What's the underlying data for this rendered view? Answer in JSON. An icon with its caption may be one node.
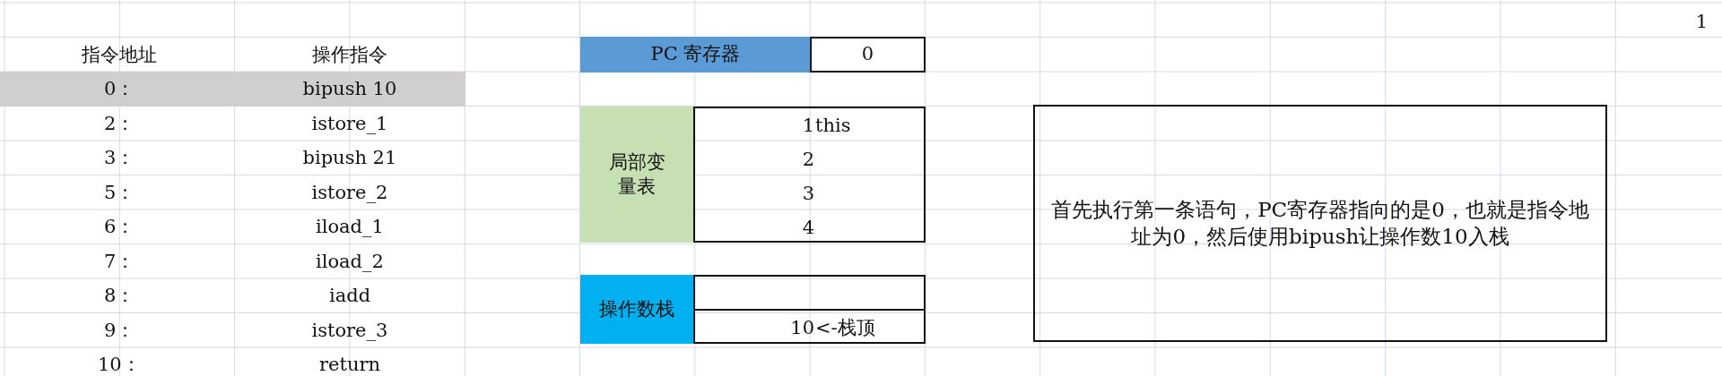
{
  "diagram": {
    "nodes": [
      {
        "text": [
          "PC 寄存器"
        ]
      },
      {
        "text": [
          "0"
        ]
      },
      {
        "text": [
          "局部变量表"
        ]
      },
      {
        "text": [
          "1",
          "this",
          "2",
          "3",
          "4"
        ]
      },
      {
        "text": [
          "首先执行第一条语句，PC寄存器指向的是0，也就是指令地址为0，然后使用bipush让操作数10入栈"
        ]
      },
      {
        "text": [
          "操作数栈"
        ]
      },
      {
        "text": [
          "10",
          "<-栈顶"
        ]
      }
    ],
    "edges": [],
    "labels": [
      "1",
      "指令地址",
      "操作指令",
      "0：",
      "bipush 10",
      "2：",
      "istore_1",
      "3：",
      "bipush 21",
      "5：",
      "istore_2",
      "6：",
      "iload_1",
      "7：",
      "iload_2",
      "8：",
      "iadd",
      "9：",
      "istore_3",
      "10：",
      "return"
    ]
  }
}
